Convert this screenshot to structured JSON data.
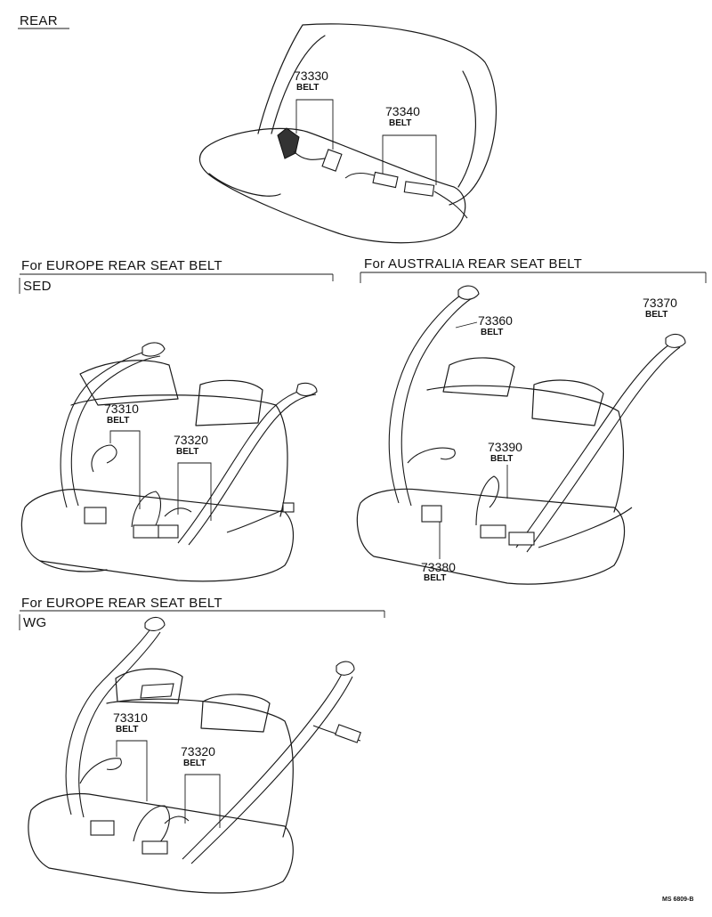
{
  "sections": {
    "rear": {
      "heading": "REAR"
    },
    "europe_sed": {
      "heading": "For EUROPE REAR SEAT BELT",
      "sub": "SED"
    },
    "australia": {
      "heading": "For AUSTRALIA REAR SEAT BELT"
    },
    "europe_wg": {
      "heading": "For EUROPE REAR SEAT BELT",
      "sub": "WG"
    }
  },
  "callouts": {
    "rear_73330": {
      "number": "73330",
      "name": "BELT"
    },
    "rear_73340": {
      "number": "73340",
      "name": "BELT"
    },
    "sed_73310": {
      "number": "73310",
      "name": "BELT"
    },
    "sed_73320": {
      "number": "73320",
      "name": "BELT"
    },
    "aus_73360": {
      "number": "73360",
      "name": "BELT"
    },
    "aus_73370": {
      "number": "73370",
      "name": "BELT"
    },
    "aus_73390": {
      "number": "73390",
      "name": "BELT"
    },
    "aus_73380": {
      "number": "73380",
      "name": "BELT"
    },
    "wg_73310": {
      "number": "73310",
      "name": "BELT"
    },
    "wg_73320": {
      "number": "73320",
      "name": "BELT"
    }
  },
  "drawing_code": "MS 6809-B"
}
